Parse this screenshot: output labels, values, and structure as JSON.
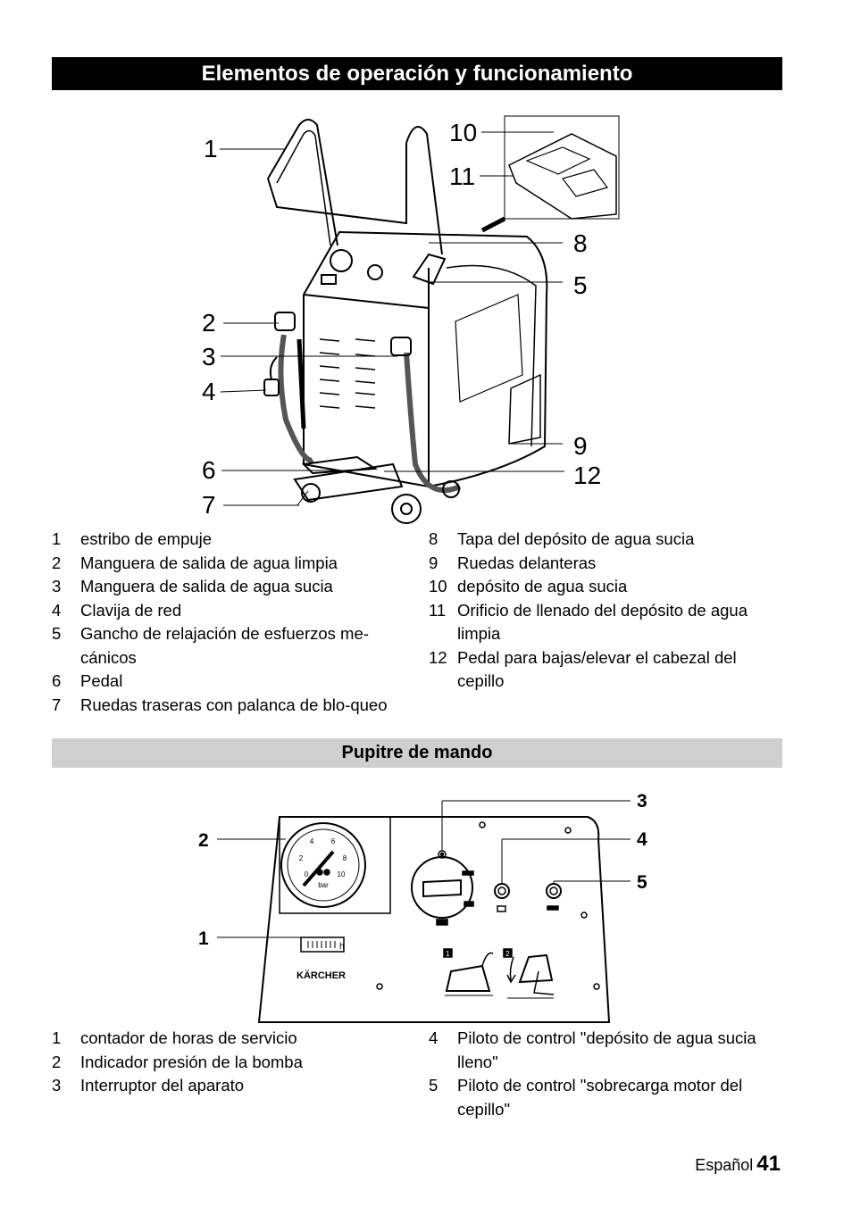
{
  "section_title": "Elementos de operación y funcionamiento",
  "figure1": {
    "callouts": [
      "1",
      "2",
      "3",
      "4",
      "6",
      "7",
      "10",
      "11",
      "8",
      "5",
      "9",
      "12"
    ]
  },
  "legend1_left": [
    {
      "n": "1",
      "text": "estribo de empuje"
    },
    {
      "n": "2",
      "text": "Manguera de salida de agua limpia"
    },
    {
      "n": "3",
      "text": "Manguera de salida de agua sucia"
    },
    {
      "n": "4",
      "text": "Clavija de red"
    },
    {
      "n": "5",
      "text": "Gancho de relajación de esfuerzos me-cánicos"
    },
    {
      "n": "6",
      "text": "Pedal"
    },
    {
      "n": "7",
      "text": "Ruedas traseras con palanca de blo-queo"
    }
  ],
  "legend1_right": [
    {
      "n": "8",
      "text": "Tapa del depósito de agua sucia"
    },
    {
      "n": "9",
      "text": "Ruedas delanteras"
    },
    {
      "n": "10",
      "text": "depósito de agua sucia"
    },
    {
      "n": "11",
      "text": "Orificio de llenado del depósito de agua limpia"
    },
    {
      "n": "12",
      "text": "Pedal para bajas/elevar el cabezal del cepillo"
    }
  ],
  "subsection_title": "Pupitre de mando",
  "figure2": {
    "callouts": [
      "2",
      "1",
      "3",
      "4",
      "5"
    ],
    "gauge_unit": "bar",
    "gauge_ticks": [
      "0",
      "2",
      "4",
      "6",
      "8",
      "10"
    ],
    "counter_unit": "h",
    "brand": "KÄRCHER",
    "step_labels": [
      "1",
      "2"
    ]
  },
  "legend2_left": [
    {
      "n": "1",
      "text": "contador de horas de servicio"
    },
    {
      "n": "2",
      "text": "Indicador presión de la bomba"
    },
    {
      "n": "3",
      "text": "Interruptor del aparato"
    }
  ],
  "legend2_right": [
    {
      "n": "4",
      "text": "Piloto de control \"depósito de agua sucia lleno\""
    },
    {
      "n": "5",
      "text": "Piloto de control \"sobrecarga motor del cepillo\""
    }
  ],
  "footer": {
    "language": "Español",
    "page": "41"
  }
}
